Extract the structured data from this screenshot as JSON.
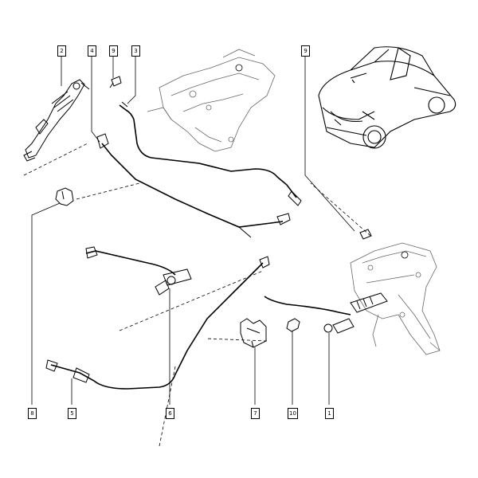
{
  "callouts": {
    "c1": "1",
    "c2": "2",
    "c3": "3",
    "c4": "4",
    "c5": "5",
    "c6": "6",
    "c7": "7",
    "c8": "8",
    "c9a": "9",
    "c9b": "9",
    "c10": "10"
  }
}
